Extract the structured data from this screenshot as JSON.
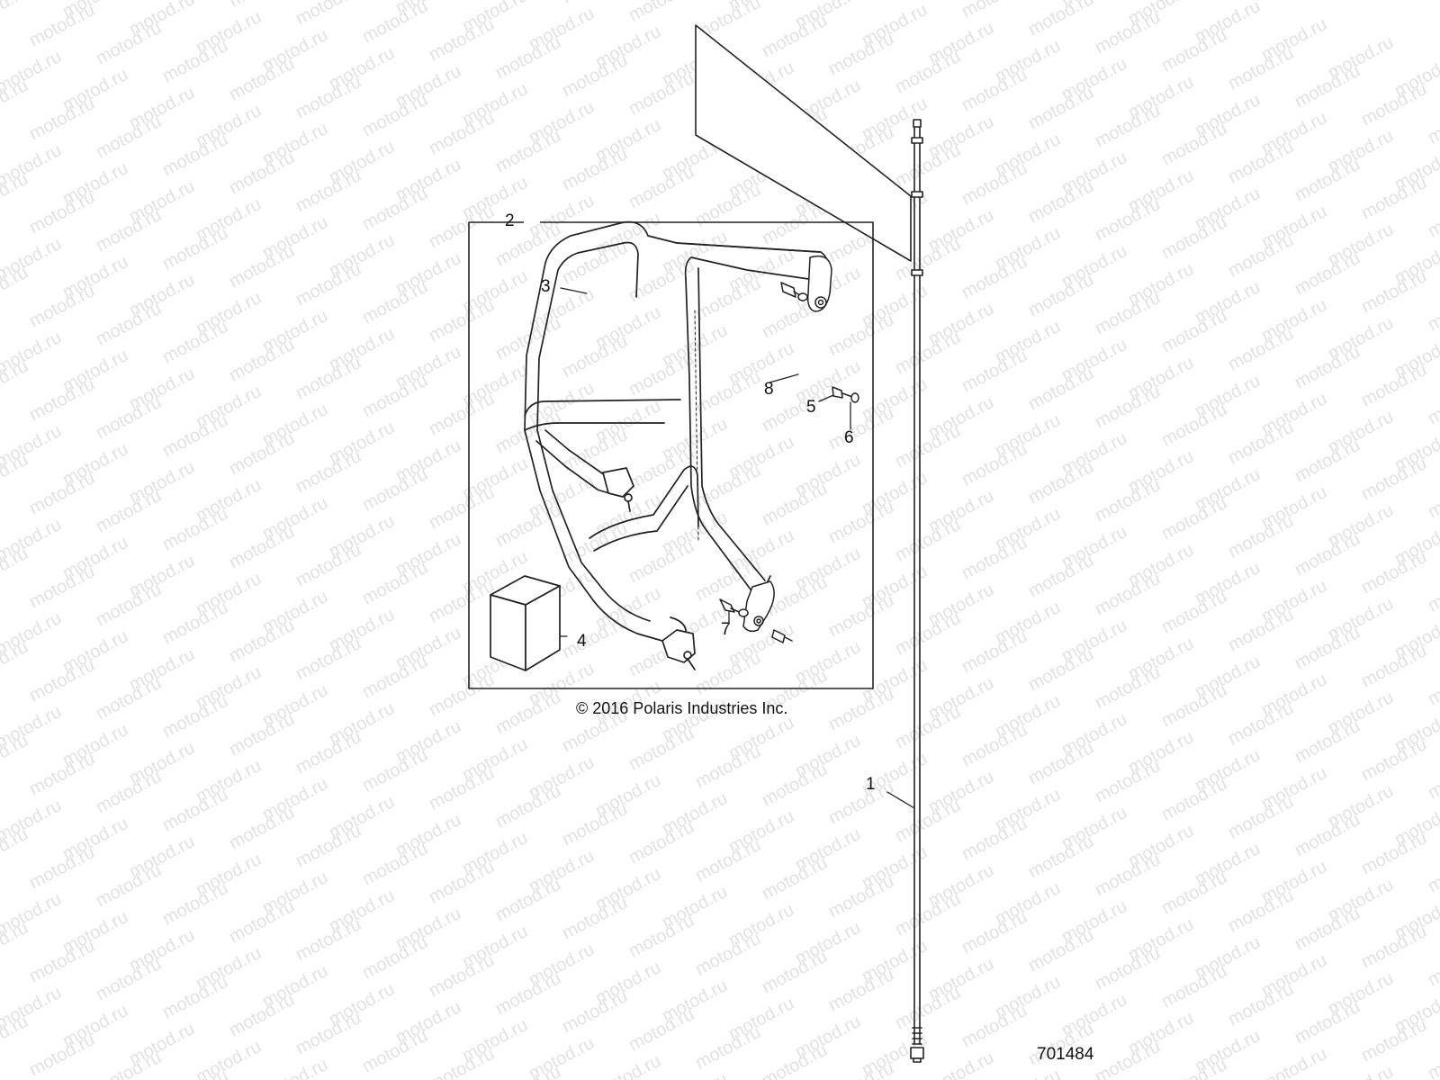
{
  "watermark": "motod.ru",
  "callouts": [
    "1",
    "2",
    "3",
    "4",
    "5",
    "6",
    "7",
    "8"
  ],
  "copyright": "© 2016 Polaris Industries Inc.",
  "diagram_ref": "701484",
  "colors": {
    "line": "#222222",
    "watermark": "#e2e2e2",
    "background": "#ffffff"
  }
}
